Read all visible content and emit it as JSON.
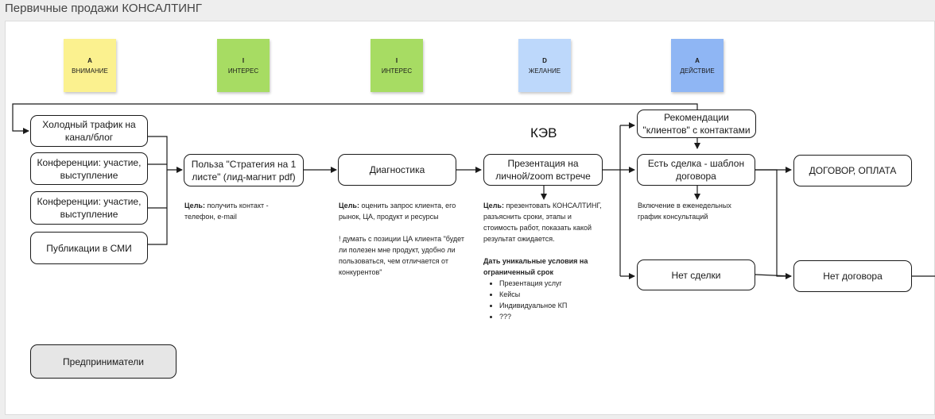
{
  "page": {
    "title": "Первичные продажи КОНСАЛТИНГ"
  },
  "stickies": [
    {
      "letter": "A",
      "label": "ВНИМАНИЕ",
      "color": "#fbf18f"
    },
    {
      "letter": "I",
      "label": "ИНТЕРЕС",
      "color": "#a7dc63"
    },
    {
      "letter": "I",
      "label": "ИНТЕРЕС",
      "color": "#a7dc63"
    },
    {
      "letter": "D",
      "label": "ЖЕЛАНИЕ",
      "color": "#bdd8fb"
    },
    {
      "letter": "A",
      "label": "ДЕЙСТВИЕ",
      "color": "#8fb6f4"
    }
  ],
  "nodes": {
    "cold_traffic": "Холодный трафик на канал/блог",
    "conference_1": "Конференции: участие, выступление",
    "conference_2": "Конференции: участие, выступление",
    "publications": "Публикации в СМИ",
    "lead_magnet": "Польза \"Стратегия на 1 листе\" (лид-магнит pdf)",
    "diagnostics": "Диагностика",
    "presentation": "Презентация на личной/zoom встрече",
    "recommendations": "Рекомендации \"клиентов\" с контактами",
    "deal": "Есть сделка - шаблон договора",
    "contract": "ДОГОВОР, ОПЛАТА",
    "no_deal": "Нет сделки",
    "no_contract": "Нет договора",
    "entrepreneurs": "Предприниматели"
  },
  "kev": "КЭВ",
  "notes": {
    "lead_magnet": {
      "goal_label": "Цель:",
      "text": " получить контакт - телефон, e-mail"
    },
    "diagnostics": {
      "goal_label": "Цель:",
      "text": " оценить запрос клиента, его рынок, ЦА, продукт и ресурсы",
      "text2": "! думать с позиции ЦА клиента \"будет ли полезен мне продукт, удобно ли пользоваться, чем отличается от конкурентов\""
    },
    "presentation": {
      "goal_label": "Цель:",
      "text": " презентовать КОНСАЛТИНГ, разъяснить сроки, этапы и стоимость работ, показать какой результат ожидается.",
      "offer_title": "Дать уникальные условия на ограниченный срок",
      "items": [
        "Презентация услуг",
        "Кейсы",
        "Индивидуальное КП",
        "???"
      ]
    },
    "deal": "Включение в еженедельных график консультаций"
  }
}
